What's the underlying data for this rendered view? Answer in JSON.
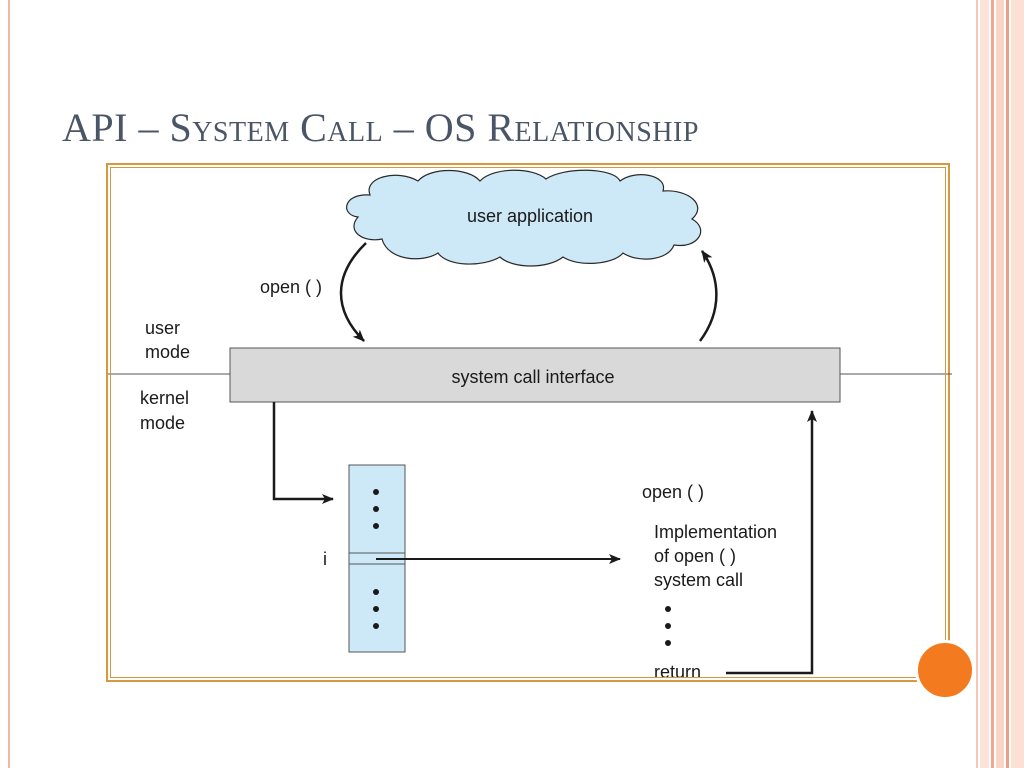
{
  "slide": {
    "title": "API – System Call – OS Relationship"
  },
  "diagram": {
    "cloud_label": "user application",
    "user_call_label": "open ( )",
    "user_mode_line1": "user",
    "user_mode_line2": "mode",
    "kernel_mode_line1": "kernel",
    "kernel_mode_line2": "mode",
    "interface_label": "system call interface",
    "index_label": "i",
    "impl_call_label": "open ( )",
    "impl_line1": "Implementation",
    "impl_line2": "of open ( )",
    "impl_line3": "system call",
    "return_label": "return"
  },
  "colors": {
    "title_color": "#4a5566",
    "frame_border": "#d9973e",
    "cloud_fill": "#cde9f7",
    "interface_fill": "#d9d9d9",
    "table_fill": "#cde9f7",
    "accent_circle": "#f47a20"
  }
}
